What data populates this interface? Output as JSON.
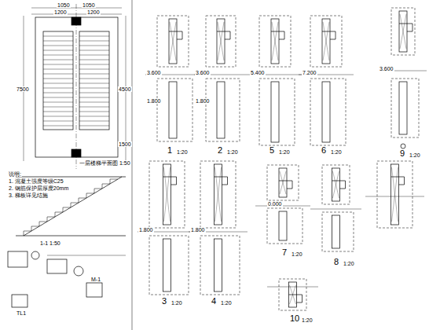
{
  "diagram": {
    "labels": [
      "1050",
      "1050",
      "1200",
      "1200",
      "7500",
      "4500",
      "1500",
      "一层楼梯平面图 1:50",
      "1-1 1:50",
      "M-1",
      "TL1",
      "说明:",
      "1. 混凝土强度等级C25",
      "2. 钢筋保护层厚度20mm",
      "3. 梯板详见结施",
      "1",
      "1:20",
      "2",
      "1:20",
      "5",
      "1:20",
      "6",
      "1:20",
      "9",
      "1:20",
      "3",
      "1:20",
      "4",
      "1:20",
      "7",
      "1:20",
      "8",
      "1:20",
      "10",
      "1:20",
      "3.600",
      "1.800",
      "3.600",
      "1.800",
      "5.400",
      "7.200",
      "3.600",
      "1.800",
      "1.800",
      "0.000"
    ]
  }
}
